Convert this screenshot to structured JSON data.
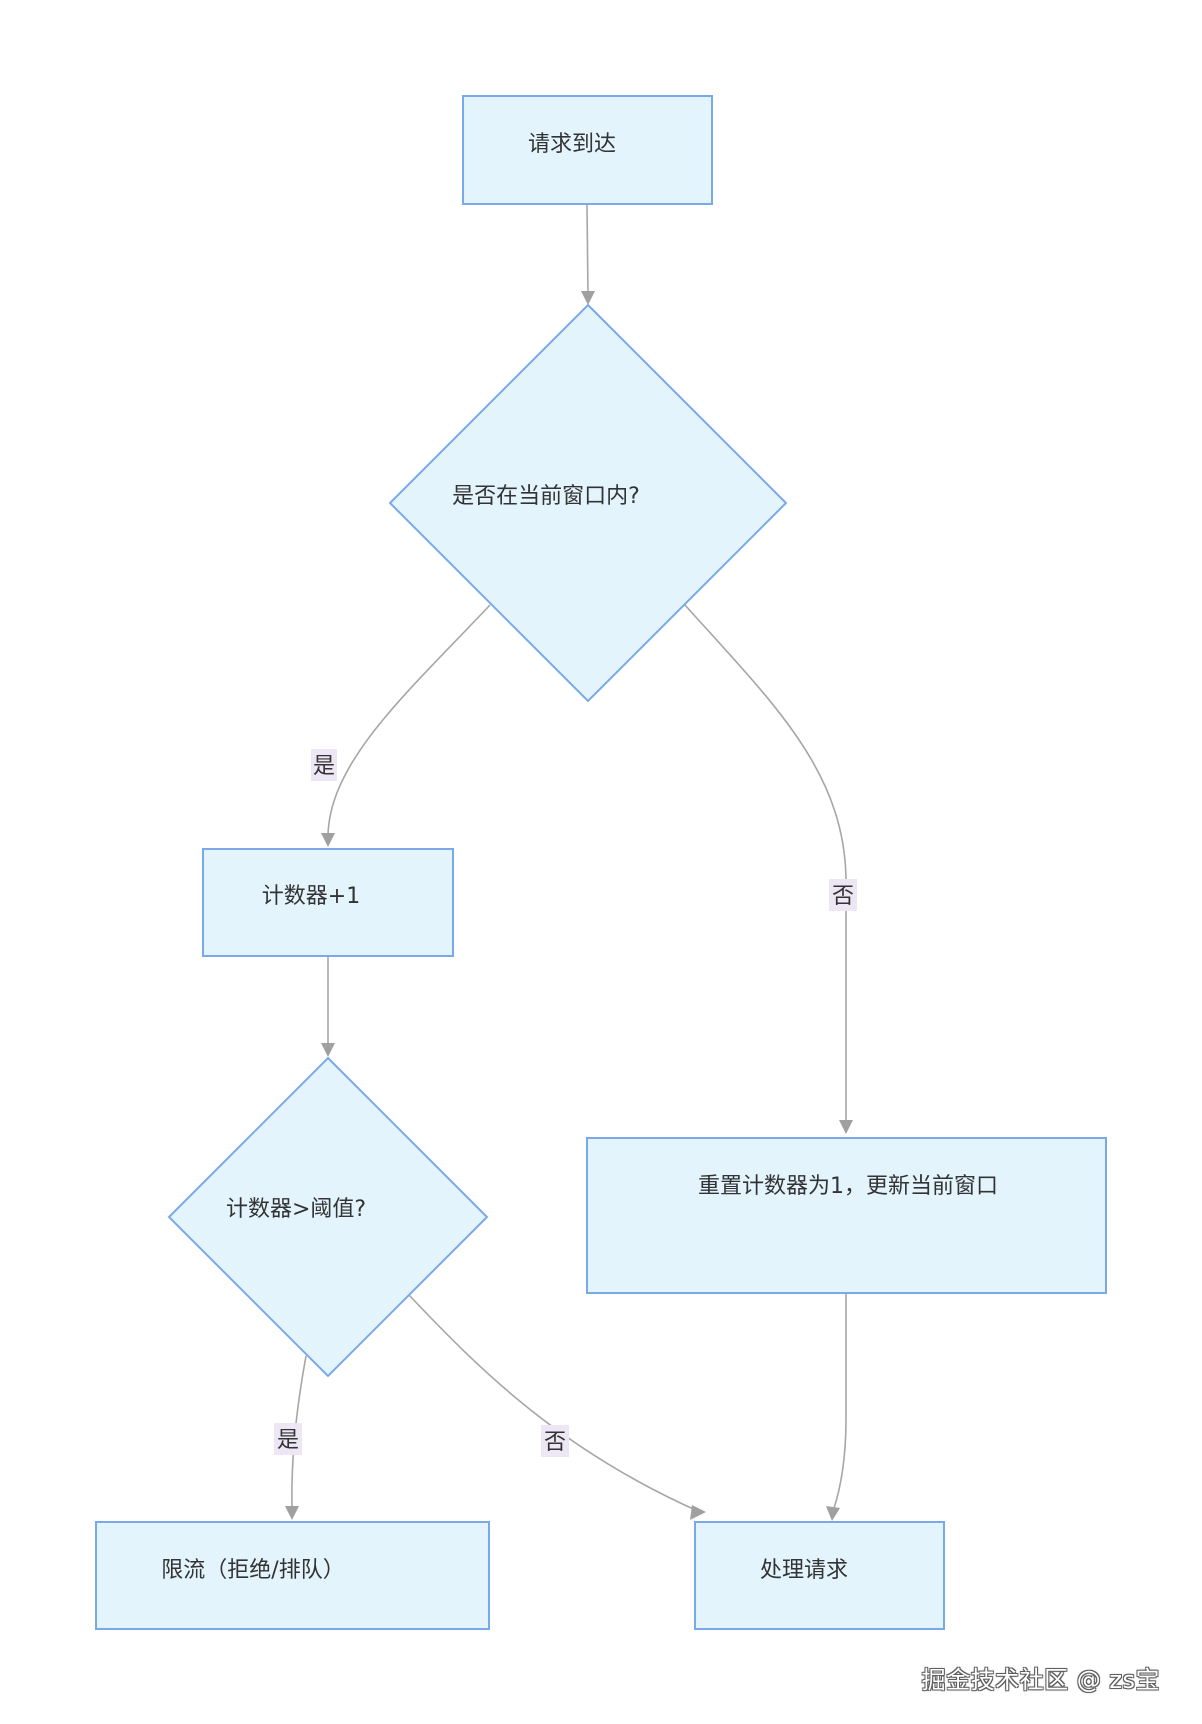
{
  "diagram": {
    "nodes": {
      "request_arrives": "请求到达",
      "in_current_window": "是否在当前窗口内?",
      "counter_increment": "计数器+1",
      "counter_over_threshold": "计数器>阈值?",
      "reset_counter": "重置计数器为1，更新当前窗口",
      "rate_limit": "限流（拒绝/排队）",
      "handle_request": "处理请求"
    },
    "edge_labels": {
      "window_yes": "是",
      "window_no": "否",
      "threshold_yes": "是",
      "threshold_no": "否"
    }
  },
  "watermark": "掘金技术社区 @ zs宝",
  "colors": {
    "node_fill": "#e3f4fd",
    "node_stroke": "#7aa9e8",
    "edge_stroke": "#a6a6a6",
    "edge_label_bg": "#ede6f5"
  }
}
